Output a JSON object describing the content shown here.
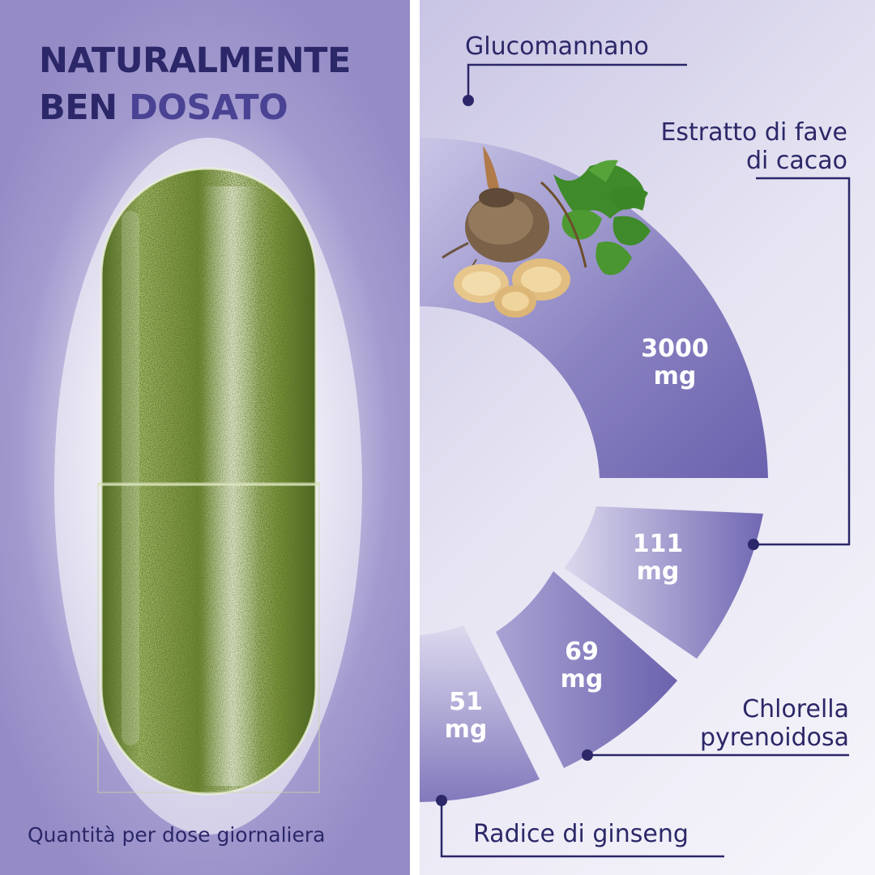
{
  "headline": {
    "line1": "NATURALMENTE",
    "line2_a": "BEN ",
    "line2_b": "DOSATO"
  },
  "caption": "Quantità per dose giornaliera",
  "colors": {
    "navy": "#2b2768",
    "purple": "#6f68b2",
    "lavender": "#958cc6",
    "capsule_green": "#7f9a3a"
  },
  "ingredients": [
    {
      "name": "Glucomannano",
      "amount": "3000",
      "unit": "mg"
    },
    {
      "name": "Estratto di fave di cacao",
      "amount": "111",
      "unit": "mg"
    },
    {
      "name": "Chlorella pyrenoidosa",
      "amount": "69",
      "unit": "mg"
    },
    {
      "name": "Radice di ginseng",
      "amount": "51",
      "unit": "mg"
    }
  ],
  "labels": {
    "glucomannano": "Glucomannano",
    "cacao_line1": "Estratto di fave",
    "cacao_line2": "di cacao",
    "chlorella_line1": "Chlorella",
    "chlorella_line2": "pyrenoidosa",
    "ginseng": "Radice di ginseng"
  },
  "icons": {
    "illustration": "konjac-root-icon",
    "capsule": "green-capsule-icon"
  }
}
